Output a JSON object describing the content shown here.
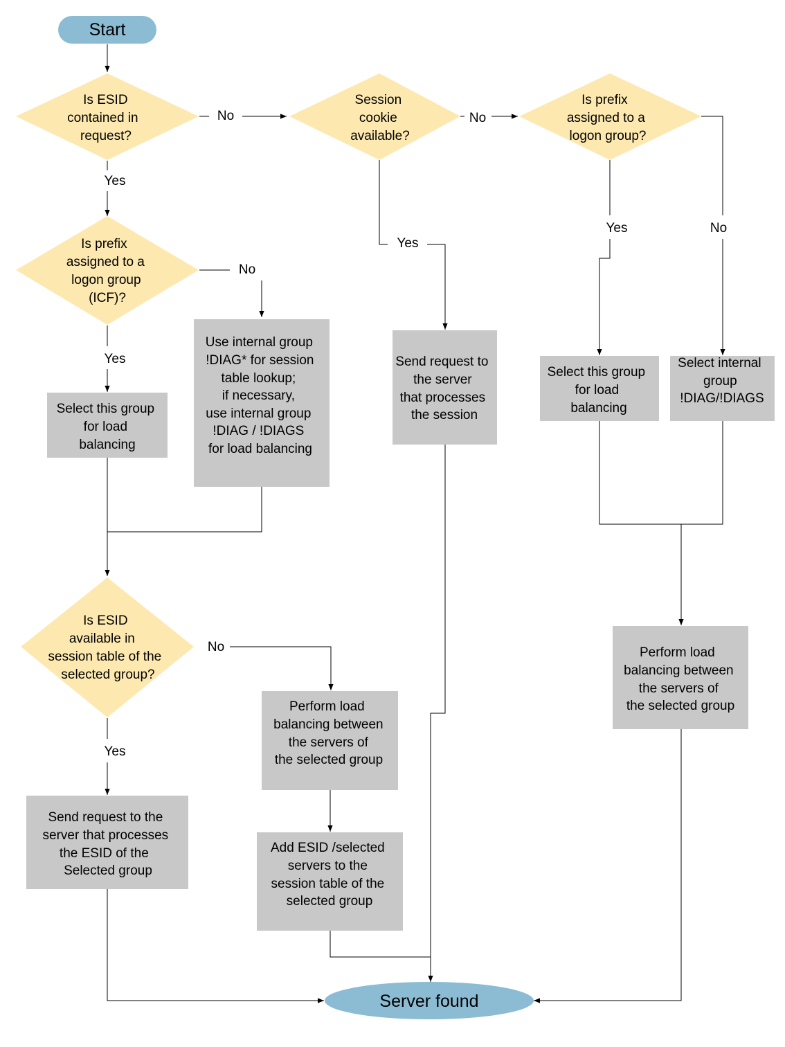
{
  "colors": {
    "terminal": "#8bbcd4",
    "decision": "#fde9b0",
    "process": "#c8c8c8",
    "line": "#000000"
  },
  "nodes": {
    "start": {
      "label": "Start"
    },
    "d_esid_in_request": {
      "lines": [
        "Is ESID",
        "contained in",
        "request?"
      ]
    },
    "d_session_cookie": {
      "lines": [
        "Session",
        "cookie",
        "available?"
      ]
    },
    "d_prefix_logon_right": {
      "lines": [
        "Is prefix",
        "assigned to a",
        "logon group?"
      ]
    },
    "d_prefix_icf": {
      "lines": [
        "Is prefix",
        "assigned to a",
        "logon group",
        "(ICF)?"
      ]
    },
    "p_select_group_left": {
      "lines": [
        "Select this group",
        "for load",
        "balancing"
      ]
    },
    "p_use_internal_group": {
      "lines": [
        "Use internal group",
        "!DIAG* for session",
        "table lookup;",
        "if necessary,",
        "use internal group",
        "!DIAG / !DIAGS",
        "for load balancing"
      ]
    },
    "p_send_to_session_server": {
      "lines": [
        "Send request to",
        "the server",
        "that processes",
        "the session"
      ]
    },
    "p_select_group_right": {
      "lines": [
        "Select this group",
        "for load",
        "balancing"
      ]
    },
    "p_select_internal_group": {
      "lines": [
        "Select internal",
        "group",
        "!DIAG/!DIAGS"
      ]
    },
    "d_esid_available": {
      "lines": [
        "Is ESID",
        "available in",
        "session table of the",
        "selected group?"
      ]
    },
    "p_perform_lb_middle": {
      "lines": [
        "Perform load",
        "balancing between",
        "the servers of",
        "the selected group"
      ]
    },
    "p_perform_lb_right": {
      "lines": [
        "Perform load",
        "balancing between",
        "the servers of",
        "the selected group"
      ]
    },
    "p_send_to_esid_server": {
      "lines": [
        "Send request to the",
        "server that processes",
        "the ESID of the",
        "Selected group"
      ]
    },
    "p_add_esid": {
      "lines": [
        "Add ESID /selected",
        "servers to the",
        "session table of the",
        "selected group"
      ]
    },
    "end": {
      "label": "Server found"
    }
  },
  "edge_labels": {
    "esid_no": "No",
    "cookie_no": "No",
    "esid_yes": "Yes",
    "icf_no": "No",
    "cookie_yes": "Yes",
    "prefix_yes": "Yes",
    "prefix_no": "No",
    "icf_yes": "Yes",
    "available_no": "No",
    "available_yes": "Yes"
  }
}
